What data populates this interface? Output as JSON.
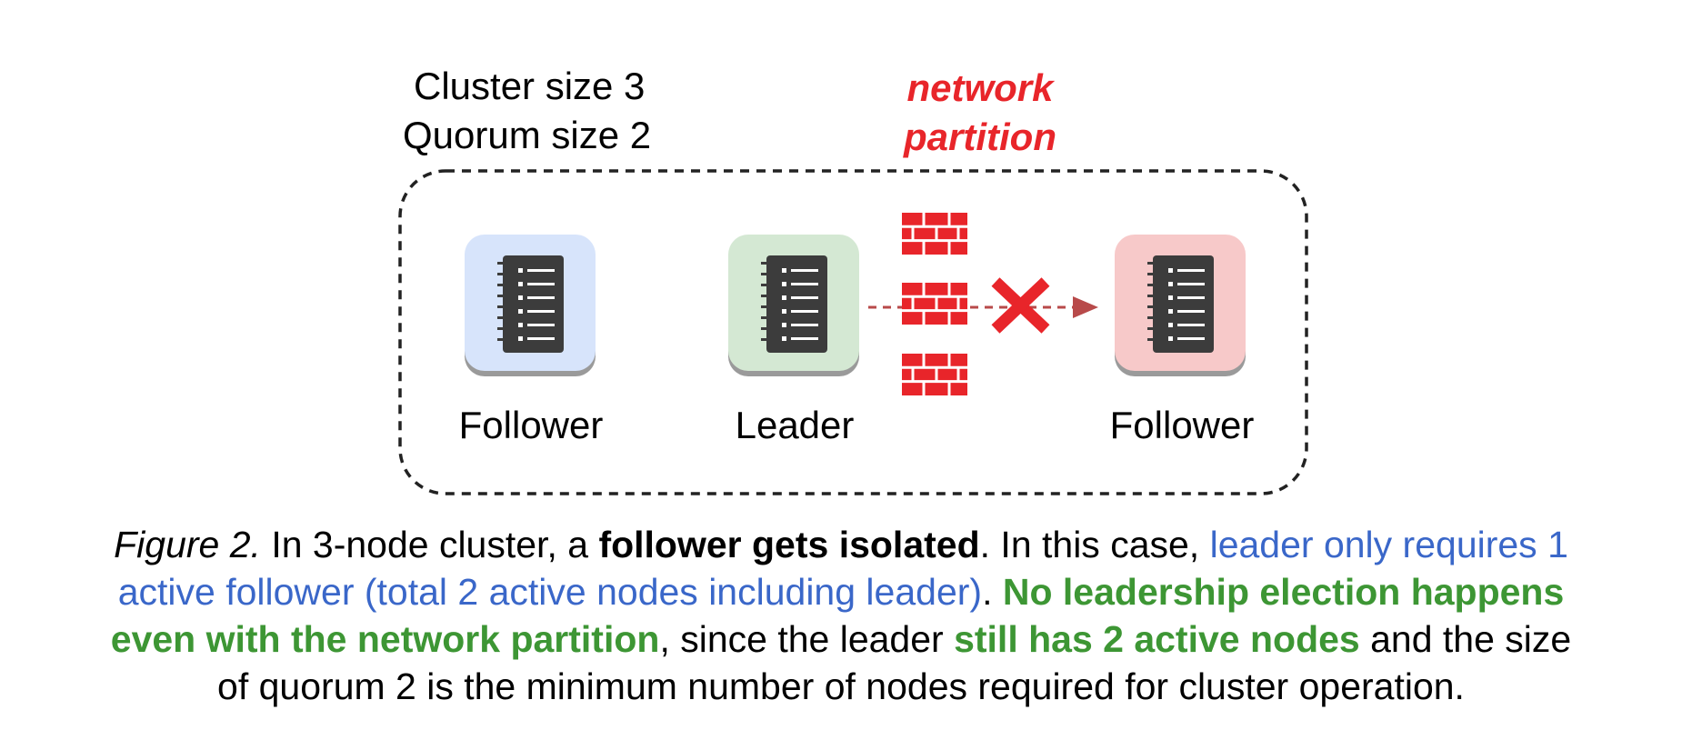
{
  "cluster": {
    "size_label": "Cluster size 3",
    "quorum_label": "Quorum size 2"
  },
  "partition": {
    "line1": "network",
    "line2": "partition",
    "color": "#e8252a"
  },
  "nodes": [
    {
      "label": "Follower",
      "role": "follower",
      "color": "#d7e4fb",
      "status": "connected",
      "icon": "server-icon"
    },
    {
      "label": "Leader",
      "role": "leader",
      "color": "#d4e8d3",
      "status": "connected",
      "icon": "server-icon"
    },
    {
      "label": "Follower",
      "role": "follower",
      "color": "#f7c9c9",
      "status": "isolated",
      "icon": "server-icon"
    }
  ],
  "connection": {
    "from": "Leader",
    "to": "Follower",
    "status": "blocked",
    "blocked_icon": "x-icon",
    "barrier_icon": "firewall-icon",
    "color": "#b84a4a"
  },
  "colors": {
    "blue_text": "#3a67c9",
    "green_text": "#3d9634",
    "boundary": "#222222",
    "server_body": "#3c3c3c"
  },
  "caption": {
    "lines": [
      [
        {
          "text": "Figure 2.",
          "style": "italic"
        },
        {
          "text": " In 3-node cluster, a ",
          "style": "normal"
        },
        {
          "text": "follower gets isolated",
          "style": "bold"
        },
        {
          "text": ". In this case, ",
          "style": "normal"
        },
        {
          "text": "leader only requires 1",
          "style": "blue"
        }
      ],
      [
        {
          "text": "active follower (total 2 active nodes including leader)",
          "style": "blue"
        },
        {
          "text": ". ",
          "style": "normal"
        },
        {
          "text": "No leadership election happens",
          "style": "green"
        }
      ],
      [
        {
          "text": "even with the network partition",
          "style": "green"
        },
        {
          "text": ", since the leader ",
          "style": "normal"
        },
        {
          "text": "still has 2 active nodes",
          "style": "green"
        },
        {
          "text": " and the size",
          "style": "normal"
        }
      ],
      [
        {
          "text": "of quorum 2 is the minimum number of nodes required for cluster operation.",
          "style": "normal"
        }
      ]
    ]
  }
}
